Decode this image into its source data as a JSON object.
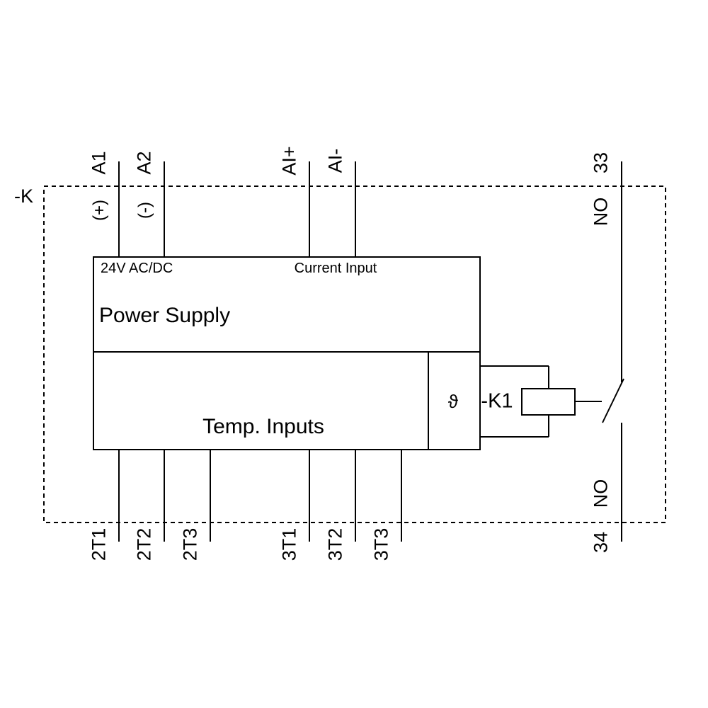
{
  "diagram": {
    "device_label": "-K",
    "top_terminals": [
      {
        "id": "A1",
        "polarity": "(+)"
      },
      {
        "id": "A2",
        "polarity": "(-)"
      },
      {
        "id": "AI+",
        "polarity": ""
      },
      {
        "id": "AI-",
        "polarity": ""
      }
    ],
    "output_contact": {
      "top_terminal": "33",
      "top_type": "NO",
      "bottom_terminal": "34",
      "bottom_type": "NO"
    },
    "module": {
      "supply_label": "24V AC/DC",
      "current_input_label": "Current Input",
      "power_title": "Power Supply",
      "temp_title": "Temp. Inputs",
      "sensor_symbol": "ϑ"
    },
    "relay_coil_label": "-K1",
    "bottom_terminals": [
      "2T1",
      "2T2",
      "2T3",
      "3T1",
      "3T2",
      "3T3"
    ]
  }
}
